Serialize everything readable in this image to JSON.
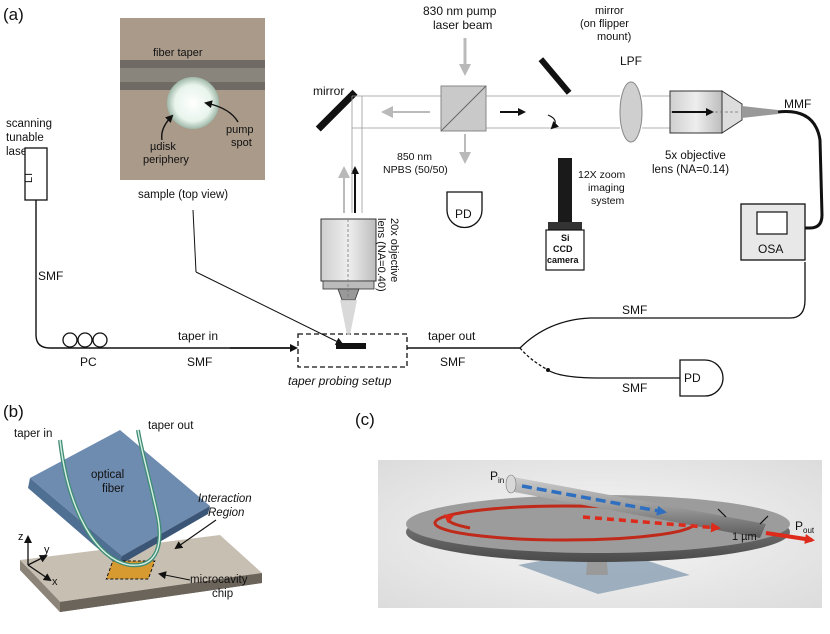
{
  "panels": {
    "a": "(a)",
    "b": "(b)",
    "c": "(c)"
  },
  "panel_a": {
    "pump_beam": [
      "830 nm pump",
      "laser beam"
    ],
    "mirror_flipper": [
      "mirror",
      "(on flipper",
      "mount)"
    ],
    "lpf": "LPF",
    "mmf": "MMF",
    "mirror": "mirror",
    "npbs": [
      "850 nm",
      "NPBS (50/50)"
    ],
    "pd": "PD",
    "zoom": [
      "12X zoom",
      "imaging",
      "system"
    ],
    "camera": [
      "Si",
      "CCD",
      "camera"
    ],
    "objective5": [
      "5x objective",
      "lens (NA=0.14)"
    ],
    "osa": "OSA",
    "objective20": [
      "20x objective",
      "lens (NA=0.40)"
    ],
    "sample": {
      "fiber_taper": "fiber taper",
      "udisk": [
        "µdisk",
        "periphery"
      ],
      "pump_spot": [
        "pump",
        "spot"
      ],
      "caption": "sample (top view)"
    },
    "laser": [
      "scanning",
      "tunable",
      "laser"
    ],
    "laser_box": "LT",
    "smf": "SMF",
    "pc": "PC",
    "taper_in": "taper in",
    "taper_out": "taper out",
    "probing": "taper probing setup"
  },
  "panel_b": {
    "taper_in": "taper in",
    "taper_out": "taper out",
    "optical_fiber": [
      "optical",
      "fiber"
    ],
    "interaction": [
      "Interaction",
      "Region"
    ],
    "axes": {
      "z": "z",
      "y": "y",
      "x": "x"
    },
    "chip": [
      "microcavity",
      "chip"
    ]
  },
  "panel_c": {
    "p_in": "P",
    "p_in_sub": "in",
    "p_out": "P",
    "p_out_sub": "out",
    "um": "1 µm"
  },
  "colors": {
    "fiber_green": "#3f8c74",
    "block_blue": "#4f6f93",
    "blue_arrow": "#2f6fc0",
    "red_arrow": "#dd2a1a",
    "ring_red": "#c02a1a"
  }
}
